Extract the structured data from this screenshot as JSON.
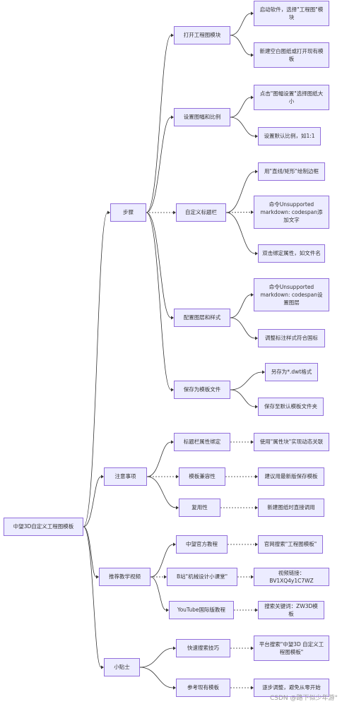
{
  "root": "中望3D自定义工程图模板",
  "branches": [
    {
      "label": "步骤",
      "children": [
        {
          "label": "打开工程图模块",
          "leaves": [
            "启动软件，选择\"工程图\"模块",
            "新建空白图纸或打开现有模板"
          ]
        },
        {
          "label": "设置图幅和比例",
          "leaves": [
            "点击\"图幅设置\"选择图纸大小",
            "设置默认比例，如1:1"
          ]
        },
        {
          "label": "自定义标题栏",
          "leaves": [
            "用\"直线/矩形\"绘制边框",
            "命令Unsupported markdown: codespan添加文字",
            "双击绑定属性，如文件名"
          ]
        },
        {
          "label": "配置图层和样式",
          "leaves": [
            "命令Unsupported markdown: codespan设置图层",
            "调整标注样式符合国标"
          ]
        },
        {
          "label": "保存为模板文件",
          "leaves": [
            "另存为*.dwt格式",
            "保存至默认模板文件夹"
          ]
        }
      ]
    },
    {
      "label": "注意事项",
      "children": [
        {
          "label": "标题栏属性绑定",
          "leaves": [
            "使用\"属性块\"实现动态关联"
          ]
        },
        {
          "label": "模板兼容性",
          "leaves": [
            "建议用最新版保存模板"
          ]
        },
        {
          "label": "复用性",
          "leaves": [
            "新建图纸时直接调用"
          ]
        }
      ]
    },
    {
      "label": "推荐教学视频",
      "children": [
        {
          "label": "中望官方教程",
          "leaves": [
            "官网搜索\"工程图模板\""
          ]
        },
        {
          "label": "B站\"机械设计小课堂\"",
          "leaves": [
            "视频链接：BV1XQ4y1C7WZ"
          ]
        },
        {
          "label": "YouTube国际版教程",
          "leaves": [
            "搜索关键词：ZW3D模板"
          ]
        }
      ]
    },
    {
      "label": "小贴士",
      "children": [
        {
          "label": "快速搜索技巧",
          "leaves": [
            "平台搜索\"中望3D 自定义工程图模板\""
          ]
        },
        {
          "label": "参考现有模板",
          "leaves": [
            "逐步调整，避免从零开始"
          ]
        }
      ]
    }
  ],
  "watermark": "CSDN @路下似少年游°"
}
